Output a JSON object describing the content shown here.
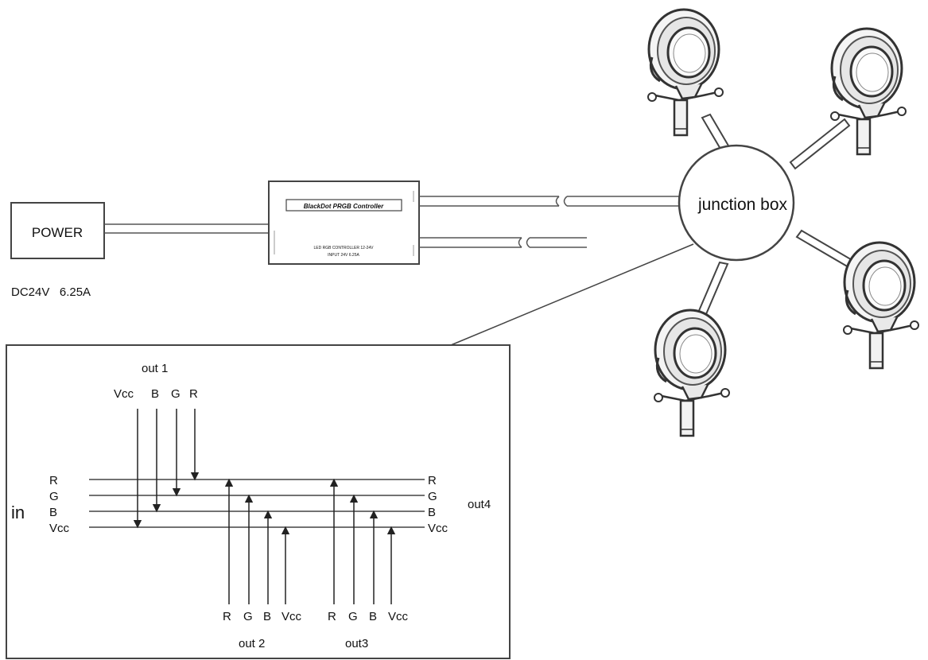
{
  "power": {
    "label": "POWER",
    "rating": "DC24V   6.25A"
  },
  "controller": {
    "title": "BlackDot PRGB Controller",
    "line1": "LED RGB CONTROLLER 12-24V",
    "line2": "INPUT 24V 6.25A"
  },
  "junction": {
    "label": "junction box"
  },
  "wiring": {
    "in_label": "in",
    "in_channels": [
      "R",
      "G",
      "B",
      "Vcc"
    ],
    "out1": {
      "label": "out 1",
      "channels": [
        "Vcc",
        "B",
        "G",
        "R"
      ]
    },
    "out2": {
      "label": "out 2",
      "channels": [
        "R",
        "G",
        "B",
        "Vcc"
      ]
    },
    "out3": {
      "label": "out3",
      "channels": [
        "R",
        "G",
        "B",
        "Vcc"
      ]
    },
    "out4": {
      "label": "out4",
      "channels": [
        "R",
        "G",
        "B",
        "Vcc"
      ]
    }
  },
  "lights": {
    "count": 4,
    "icon": "floodlight-icon"
  },
  "colors": {
    "line": "#444444",
    "text": "#111111"
  }
}
